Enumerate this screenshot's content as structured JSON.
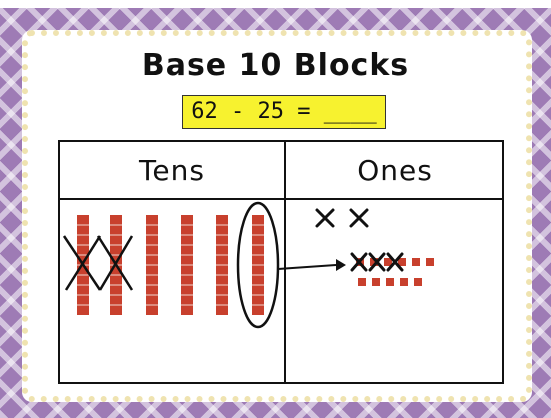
{
  "title": "Base 10 Blocks",
  "equation": "62 - 25 = ____",
  "table": {
    "headers": [
      "Tens",
      "Ones"
    ]
  },
  "colors": {
    "frame": "#9e7bb5",
    "block": "#c8402d",
    "highlight": "#f7f22f"
  },
  "tens_blocks": {
    "count": 6,
    "crossed_out": 2,
    "regrouped": 1
  },
  "ones_blocks": {
    "original_crossed": 2,
    "regrouped_total": 10,
    "regrouped_crossed": 3
  }
}
